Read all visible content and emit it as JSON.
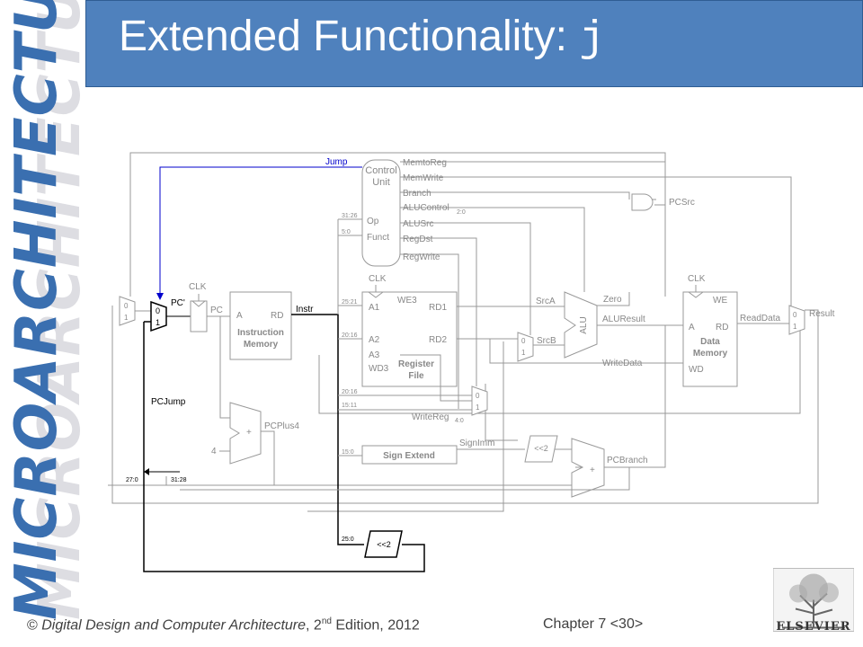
{
  "slide": {
    "title_prefix": "Extended Functionality: ",
    "title_code": "j",
    "side_text": "MICROARCHITECTURE"
  },
  "footer": {
    "copyright": "©",
    "book": "Digital Design and Computer Architecture",
    "edition_num": "2",
    "edition_sup": "nd",
    "edition_rest": " Edition, 2012",
    "chapter": "Chapter 7 <30>"
  },
  "logo": {
    "publisher": "ELSEVIER"
  },
  "diagram": {
    "control_unit": {
      "title1": "Control",
      "title2": "Unit",
      "op": "Op",
      "funct": "Funct"
    },
    "control_signals": [
      "MemtoReg",
      "MemWrite",
      "Branch",
      "ALUControl",
      "ALUSrc",
      "RegDst",
      "RegWrite"
    ],
    "alucontrol_sub": "2:0",
    "jump": "Jump",
    "pcsrc": "PCSrc",
    "clk": "CLK",
    "pc_prime": "PC'",
    "pc": "PC",
    "imem": {
      "a": "A",
      "rd": "RD",
      "name1": "Instruction",
      "name2": "Memory"
    },
    "instr": "Instr",
    "bits": {
      "b31_26": "31:26",
      "b5_0": "5:0",
      "b25_21": "25:21",
      "b20_16a": "20:16",
      "b20_16b": "20:16",
      "b15_11": "15:11",
      "b15_0": "15:0",
      "b27_0": "27:0",
      "b31_28": "31:28",
      "b25_0": "25:0"
    },
    "regfile": {
      "a1": "A1",
      "a2": "A2",
      "a3": "A3",
      "wd3": "WD3",
      "we3": "WE3",
      "rd1": "RD1",
      "rd2": "RD2",
      "name1": "Register",
      "name2": "File"
    },
    "srca": "SrcA",
    "srcb": "SrcB",
    "alu": "ALU",
    "zero": "Zero",
    "aluresult": "ALUResult",
    "writedata": "WriteData",
    "dmem": {
      "we": "WE",
      "a": "A",
      "rd": "RD",
      "wd": "WD",
      "name1": "Data",
      "name2": "Memory"
    },
    "readdata": "ReadData",
    "result": "Result",
    "writereg": "WriteReg",
    "writereg_sub": "4:0",
    "signext": "Sign Extend",
    "signimm": "SignImm",
    "shift": "<<2",
    "pcbranch": "PCBranch",
    "pcplus4": "PCPlus4",
    "four": "4",
    "pcjump": "PCJump",
    "plus": "+",
    "mux0": "0",
    "mux1": "1"
  }
}
